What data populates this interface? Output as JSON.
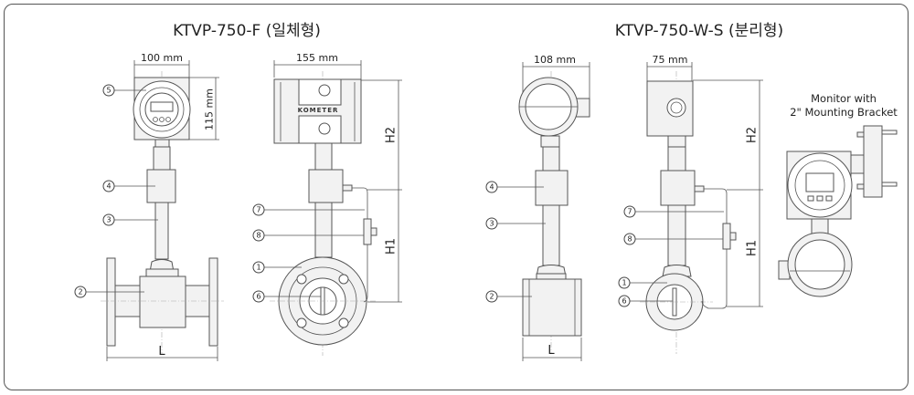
{
  "titles": {
    "integrated": "KTVP-750-F (일체형)",
    "separated": "KTVP-750-W-S (분리형)"
  },
  "integrated": {
    "front_width": "100 mm",
    "front_height": "115 mm",
    "side_width": "155 mm",
    "length": "L",
    "h1": "H1",
    "h2": "H2",
    "brand": "KOMETER"
  },
  "separated": {
    "front_width": "108 mm",
    "side_width": "75 mm",
    "length": "L",
    "h1": "H1",
    "h2": "H2",
    "monitor_line1": "Monitor with",
    "monitor_line2": "2\" Mounting Bracket"
  },
  "callouts": [
    "1",
    "2",
    "3",
    "4",
    "5",
    "6",
    "7",
    "8"
  ]
}
